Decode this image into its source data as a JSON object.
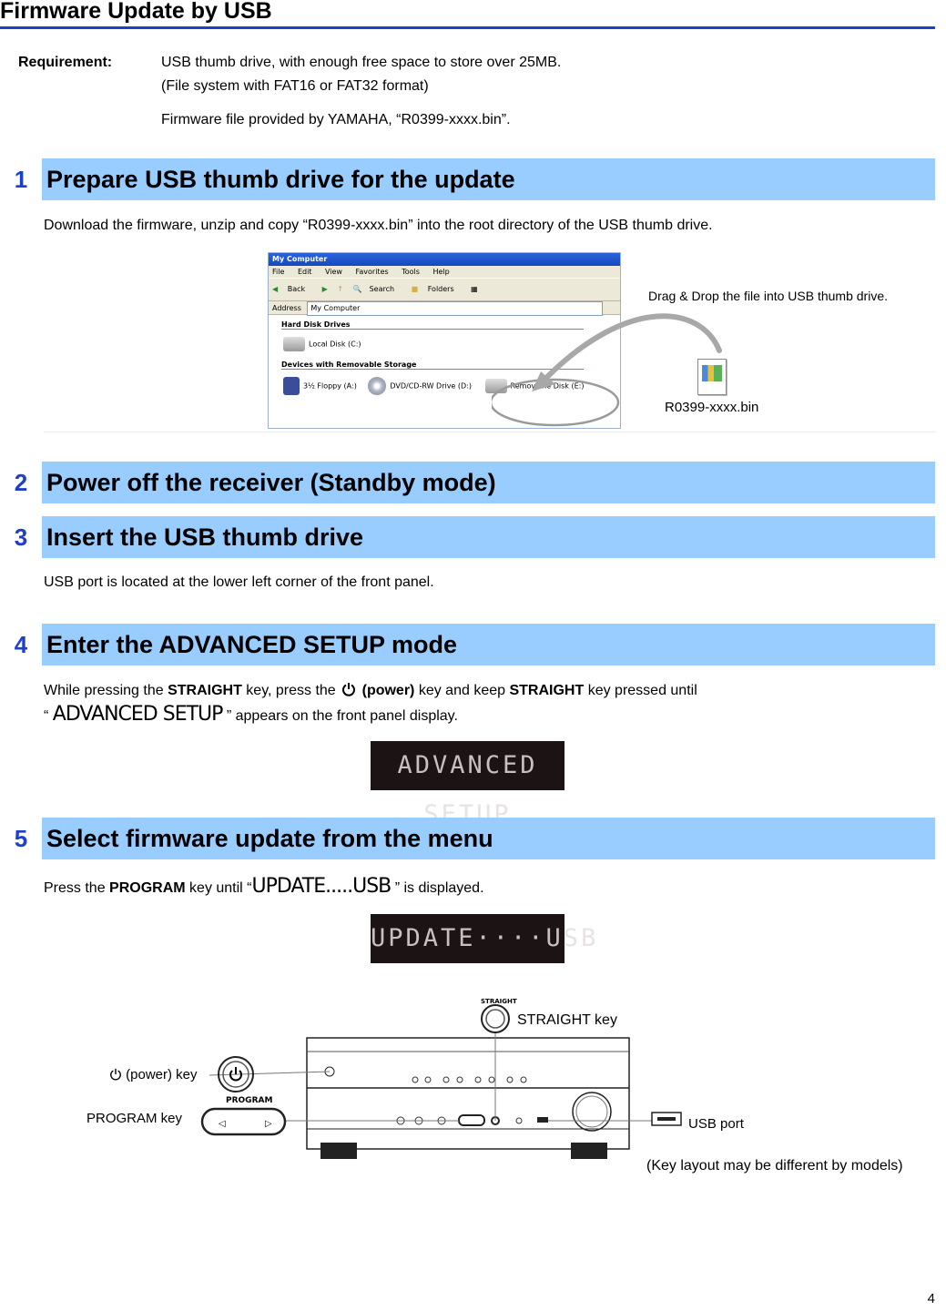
{
  "title": "Firmware Update by USB",
  "requirement": {
    "label": "Requirement:",
    "lines": [
      "USB thumb drive, with enough free space to store over 25MB.",
      "(File system with FAT16 or FAT32 format)",
      "Firmware file provided by YAMAHA, “R0399-xxxx.bin”."
    ]
  },
  "steps": [
    {
      "num": "1",
      "title": "Prepare USB thumb drive for the update"
    },
    {
      "num": "2",
      "title": "Power off the receiver (Standby mode)"
    },
    {
      "num": "3",
      "title": "Insert the USB thumb drive"
    },
    {
      "num": "4",
      "title": "Enter the ADVANCED SETUP mode"
    },
    {
      "num": "5",
      "title": "Select firmware update from the menu"
    }
  ],
  "step1": {
    "text": "Download the firmware, unzip and copy “R0399-xxxx.bin” into the root directory of the USB thumb drive.",
    "drag_caption": "Drag & Drop the file into USB thumb drive.",
    "file_name": "R0399-xxxx.bin"
  },
  "explorer": {
    "window_title": "My Computer",
    "menu": [
      "File",
      "Edit",
      "View",
      "Favorites",
      "Tools",
      "Help"
    ],
    "toolbar": [
      "Back",
      "Search",
      "Folders"
    ],
    "address_label": "Address",
    "address_value": "My Computer",
    "section1": "Hard Disk Drives",
    "local_disk": "Local Disk (C:)",
    "section2": "Devices with Removable Storage",
    "floppy": "3½ Floppy (A:)",
    "dvd": "DVD/CD-RW Drive (D:)",
    "removable": "Removable Disk (E:)"
  },
  "step3": {
    "text": "USB port is located at the lower left corner of the front panel."
  },
  "step4": {
    "line1_a": "While pressing the ",
    "line1_b": "STRAIGHT",
    "line1_c": " key, press the ",
    "line1_d": "(power)",
    "line1_e": " key and keep ",
    "line1_f": "STRAIGHT",
    "line1_g": " key pressed until",
    "line2_q1": "“ ",
    "line2_display": "ADVANCED SETUP",
    "line2_rest": " ” appears on the front panel display.",
    "lcd": "ADVANCED SETUP"
  },
  "step5": {
    "a": "Press the ",
    "b": "PROGRAM",
    "c": " key until “",
    "d": "UPDATE.....USB",
    "e": " ” is displayed.",
    "lcd": "UPDATE····USB"
  },
  "panel": {
    "straight_label": "STRAIGHT key",
    "power_label": "(power) key",
    "program_label": "PROGRAM key",
    "usb_label": "USB port",
    "note": "(Key layout may be different by models)",
    "straight_tag": "STRAIGHT",
    "program_tag": "PROGRAM"
  },
  "page_number": "4"
}
